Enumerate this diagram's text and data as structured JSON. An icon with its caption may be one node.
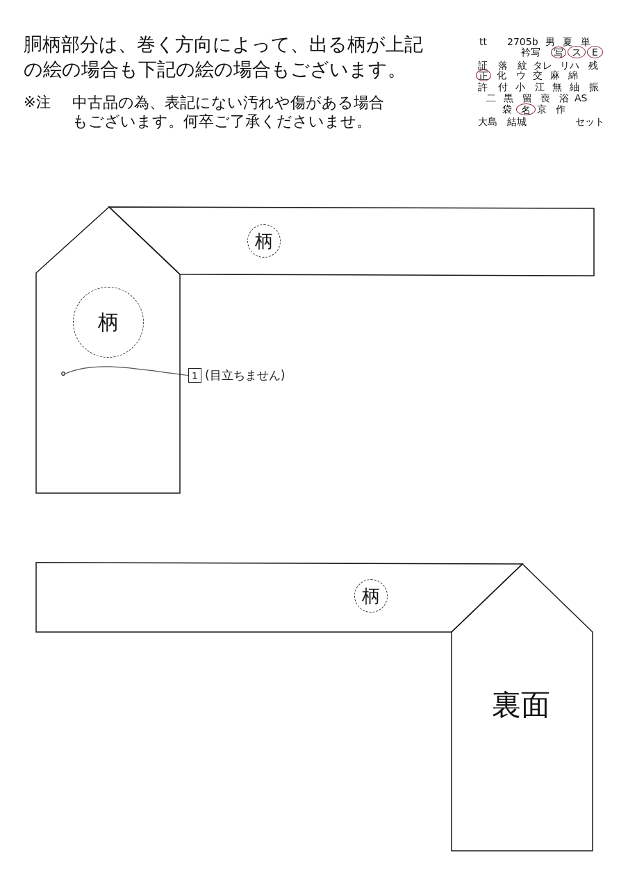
{
  "diagram": {
    "nodes": [
      {
        "text": [
          "写"
        ]
      },
      {
        "text": [
          "ス"
        ]
      },
      {
        "text": [
          "E"
        ]
      },
      {
        "text": [
          "正"
        ]
      },
      {
        "text": [
          "名"
        ]
      },
      {
        "text": [],
        "shape": "band"
      },
      {
        "text": [
          "柄"
        ],
        "in": 5
      },
      {
        "text": [],
        "shape": "pentagon"
      },
      {
        "text": [
          "柄"
        ],
        "in": 7
      },
      {
        "text": [],
        "shape": "circle",
        "in": 7
      },
      {
        "text": [
          "1"
        ],
        "beside": [
          "(目立ちません)"
        ]
      },
      {
        "text": [],
        "shape": "band"
      },
      {
        "text": [
          "柄"
        ],
        "in": 11
      },
      {
        "text": [
          "裏面"
        ]
      }
    ],
    "edges": [
      {
        "from": 10,
        "to": 9,
        "arrow": "none"
      }
    ],
    "labels": [
      "胴柄部分は、巻く方向によって、出る柄が上記の絵の場合も下記の絵の場合もございます。",
      "※注",
      "中古品の為、表記にない汚れや傷がある場合もございます。何卒ご了承くださいませ。",
      "tt",
      "2705b",
      "男",
      "夏",
      "単",
      "衿写",
      "証",
      "落",
      "紋",
      "タレ",
      "リハ",
      "残",
      "化",
      "ウ",
      "交",
      "麻",
      "綿",
      "許",
      "付",
      "小",
      "江",
      "無",
      "紬",
      "振",
      "二",
      "黒",
      "留",
      "喪",
      "浴",
      "AS",
      "袋",
      "京",
      "作",
      "大島",
      "結城",
      "セット"
    ]
  }
}
